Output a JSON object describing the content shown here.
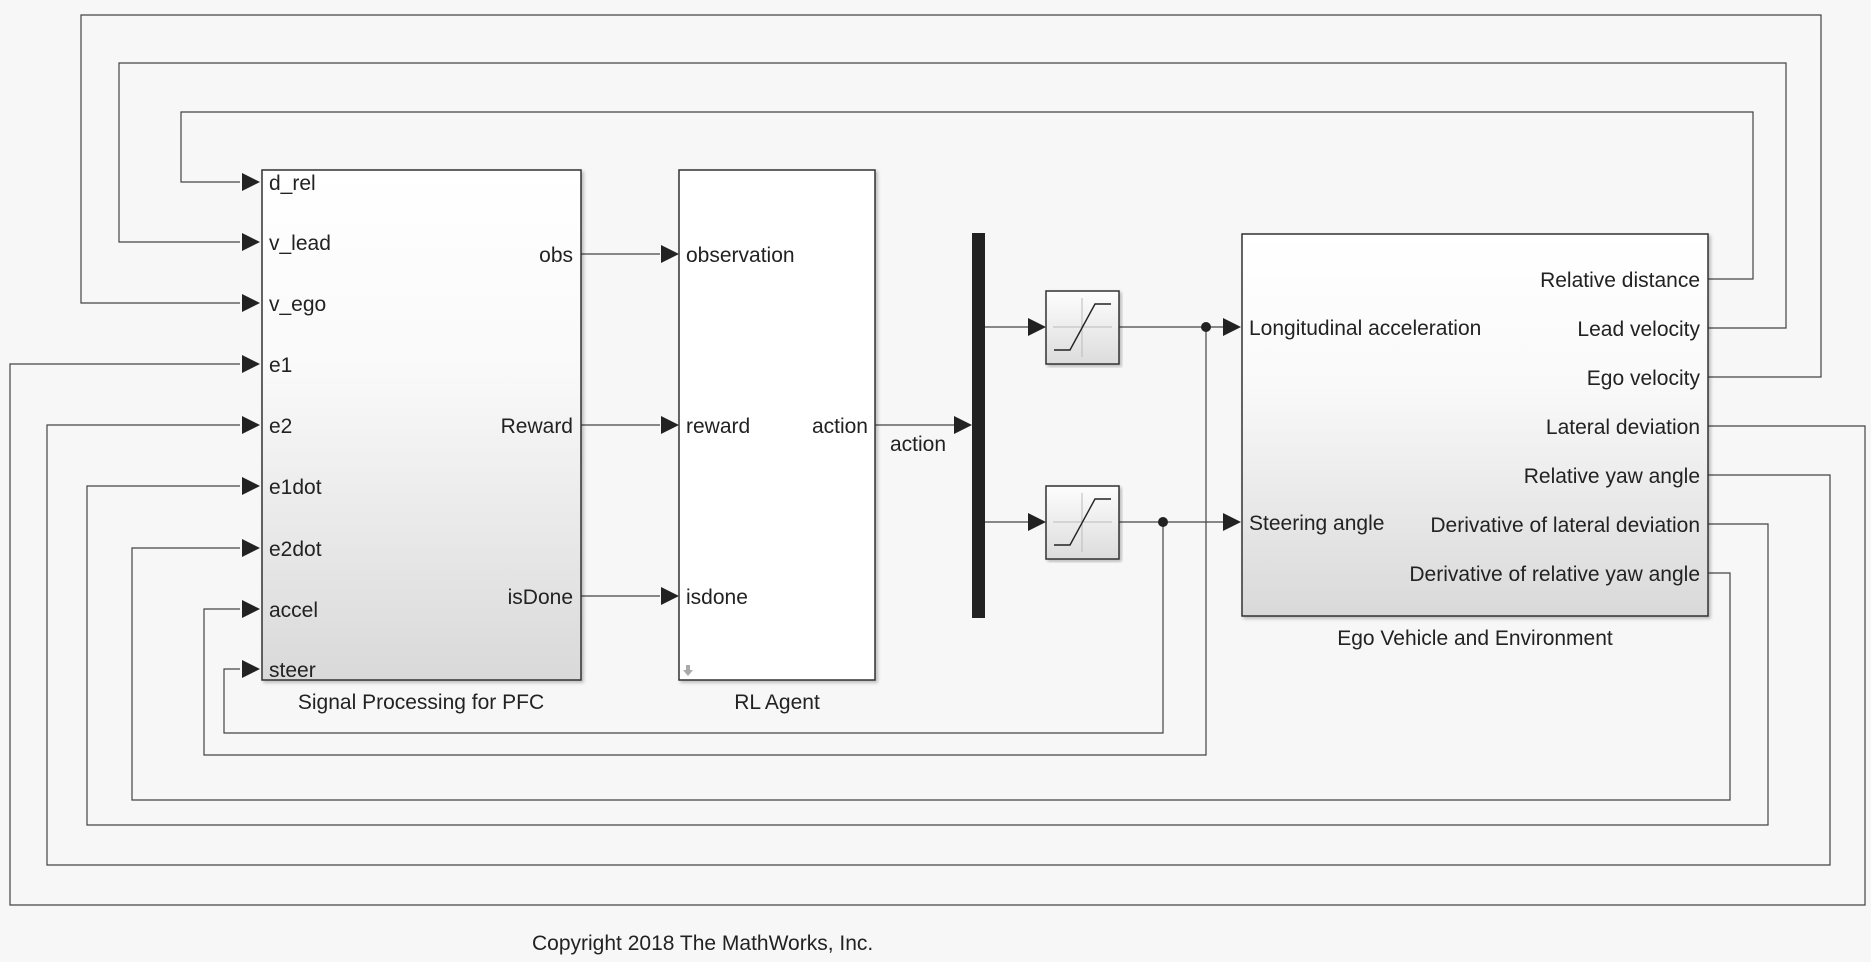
{
  "blocks": {
    "signal_processing": {
      "title": "Signal Processing for PFC",
      "inputs": [
        "d_rel",
        "v_lead",
        "v_ego",
        "e1",
        "e2",
        "e1dot",
        "e2dot",
        "accel",
        "steer"
      ],
      "outputs": [
        "obs",
        "Reward",
        "isDone"
      ]
    },
    "rl_agent": {
      "title": "RL Agent",
      "inputs": [
        "observation",
        "reward",
        "isdone"
      ],
      "output": "action"
    },
    "demux": {
      "signal_label": "action"
    },
    "ego_vehicle": {
      "title": "Ego Vehicle and Environment",
      "inputs": [
        "Longitudinal acceleration",
        "Steering angle"
      ],
      "outputs": [
        "Relative distance",
        "Lead velocity",
        "Ego velocity",
        "Lateral deviation",
        "Relative yaw angle",
        "Derivative of lateral deviation",
        "Derivative of relative yaw angle"
      ]
    }
  },
  "footer": {
    "copyright": "Copyright 2018 The MathWorks, Inc."
  },
  "colors": {
    "background": "#f7f7f7",
    "line": "#444444",
    "block_border": "#333333",
    "demux": "#222222"
  }
}
